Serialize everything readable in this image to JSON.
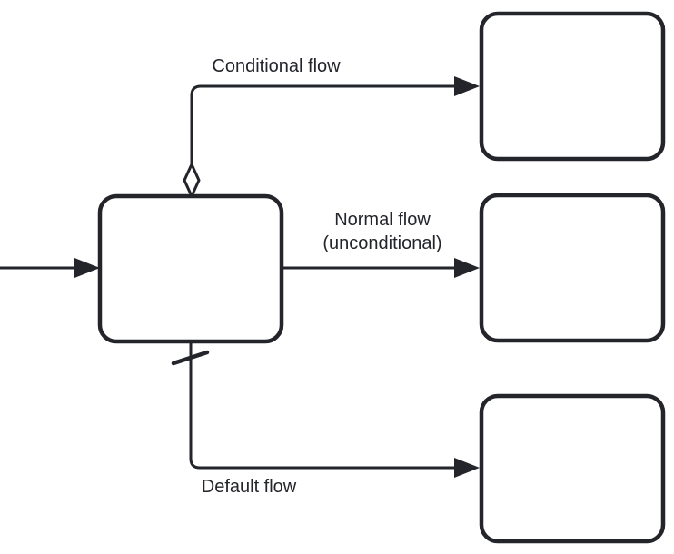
{
  "colors": {
    "stroke": "#23252B",
    "node_fill": "#FFFFFF",
    "text": "#23252B",
    "background": "#FFFFFF"
  },
  "diagram": {
    "type": "bpmn-sequence-flow-diagram",
    "nodes": [
      {
        "id": "source-task",
        "label": ""
      },
      {
        "id": "conditional-target-task",
        "label": ""
      },
      {
        "id": "normal-target-task",
        "label": ""
      },
      {
        "id": "default-target-task",
        "label": ""
      }
    ],
    "edges": {
      "incoming": {
        "label": "",
        "end_marker": "solid-arrow"
      },
      "conditional": {
        "label": "Conditional flow",
        "start_marker": "diamond-outline",
        "end_marker": "solid-arrow"
      },
      "normal": {
        "label_line1": "Normal flow",
        "label_line2": "(unconditional)",
        "end_marker": "solid-arrow"
      },
      "default": {
        "label": "Default flow",
        "start_marker": "slash",
        "end_marker": "solid-arrow"
      }
    }
  }
}
